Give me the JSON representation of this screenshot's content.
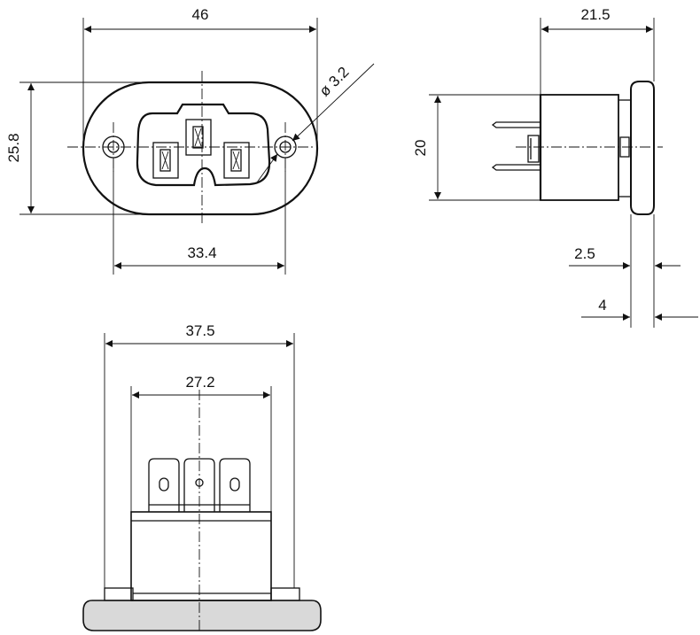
{
  "colors": {
    "line": "#111111",
    "body_fill": "#d9d9d9",
    "background": "#ffffff"
  },
  "front_view": {
    "width": "46",
    "height": "25.8",
    "hole_spacing": "33.4",
    "hole_diameter": "ø 3.2"
  },
  "side_view": {
    "depth": "21.5",
    "body_height": "20",
    "flange_thickness": "2.5",
    "panel_thickness": "4"
  },
  "bottom_view": {
    "flange_width": "37.5",
    "body_width": "27.2"
  }
}
